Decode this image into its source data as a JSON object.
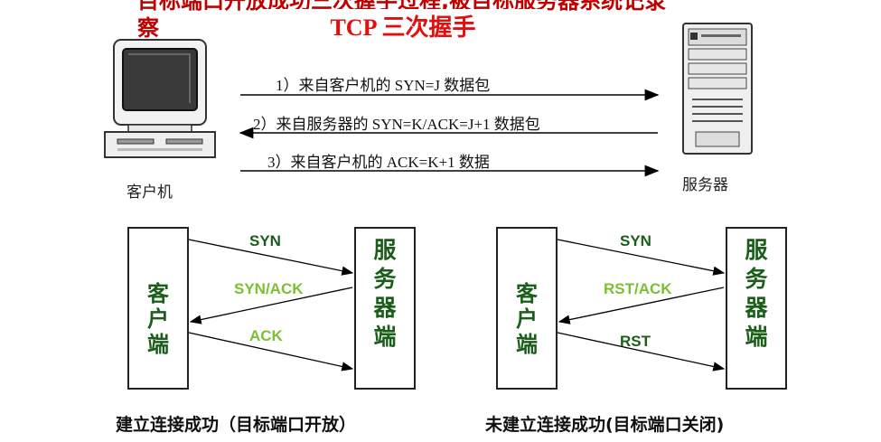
{
  "header": {
    "red_text_line1": "目标端口开放成功三次握手过程,被目标服务器系统记录",
    "red_text_line2": "察",
    "title": "TCP 三次握手"
  },
  "top_diagram": {
    "client_label": "客户机",
    "server_label": "服务器",
    "steps": [
      "1）来自客户机的 SYN=J 数据包",
      "2）来自服务器的 SYN=K/ACK=J+1 数据包",
      "3）来自客户机的 ACK=K+1 数据"
    ]
  },
  "left_flow": {
    "client_chars": [
      "客",
      "户",
      "端"
    ],
    "server_chars": [
      "服",
      "务",
      "器",
      "端"
    ],
    "msg1": "SYN",
    "msg2": "SYN/ACK",
    "msg3": "ACK",
    "caption": "建立连接成功（目标端口开放）"
  },
  "right_flow": {
    "client_chars": [
      "客",
      "户",
      "端"
    ],
    "server_chars": [
      "服",
      "务",
      "器",
      "端"
    ],
    "msg1": "SYN",
    "msg2": "RST/ACK",
    "msg3": "RST",
    "caption": "未建立连接成功(目标端口关闭)"
  },
  "colors": {
    "dark_green": "#1a5e1a",
    "light_green": "#7ac032",
    "red": "#e01010"
  }
}
